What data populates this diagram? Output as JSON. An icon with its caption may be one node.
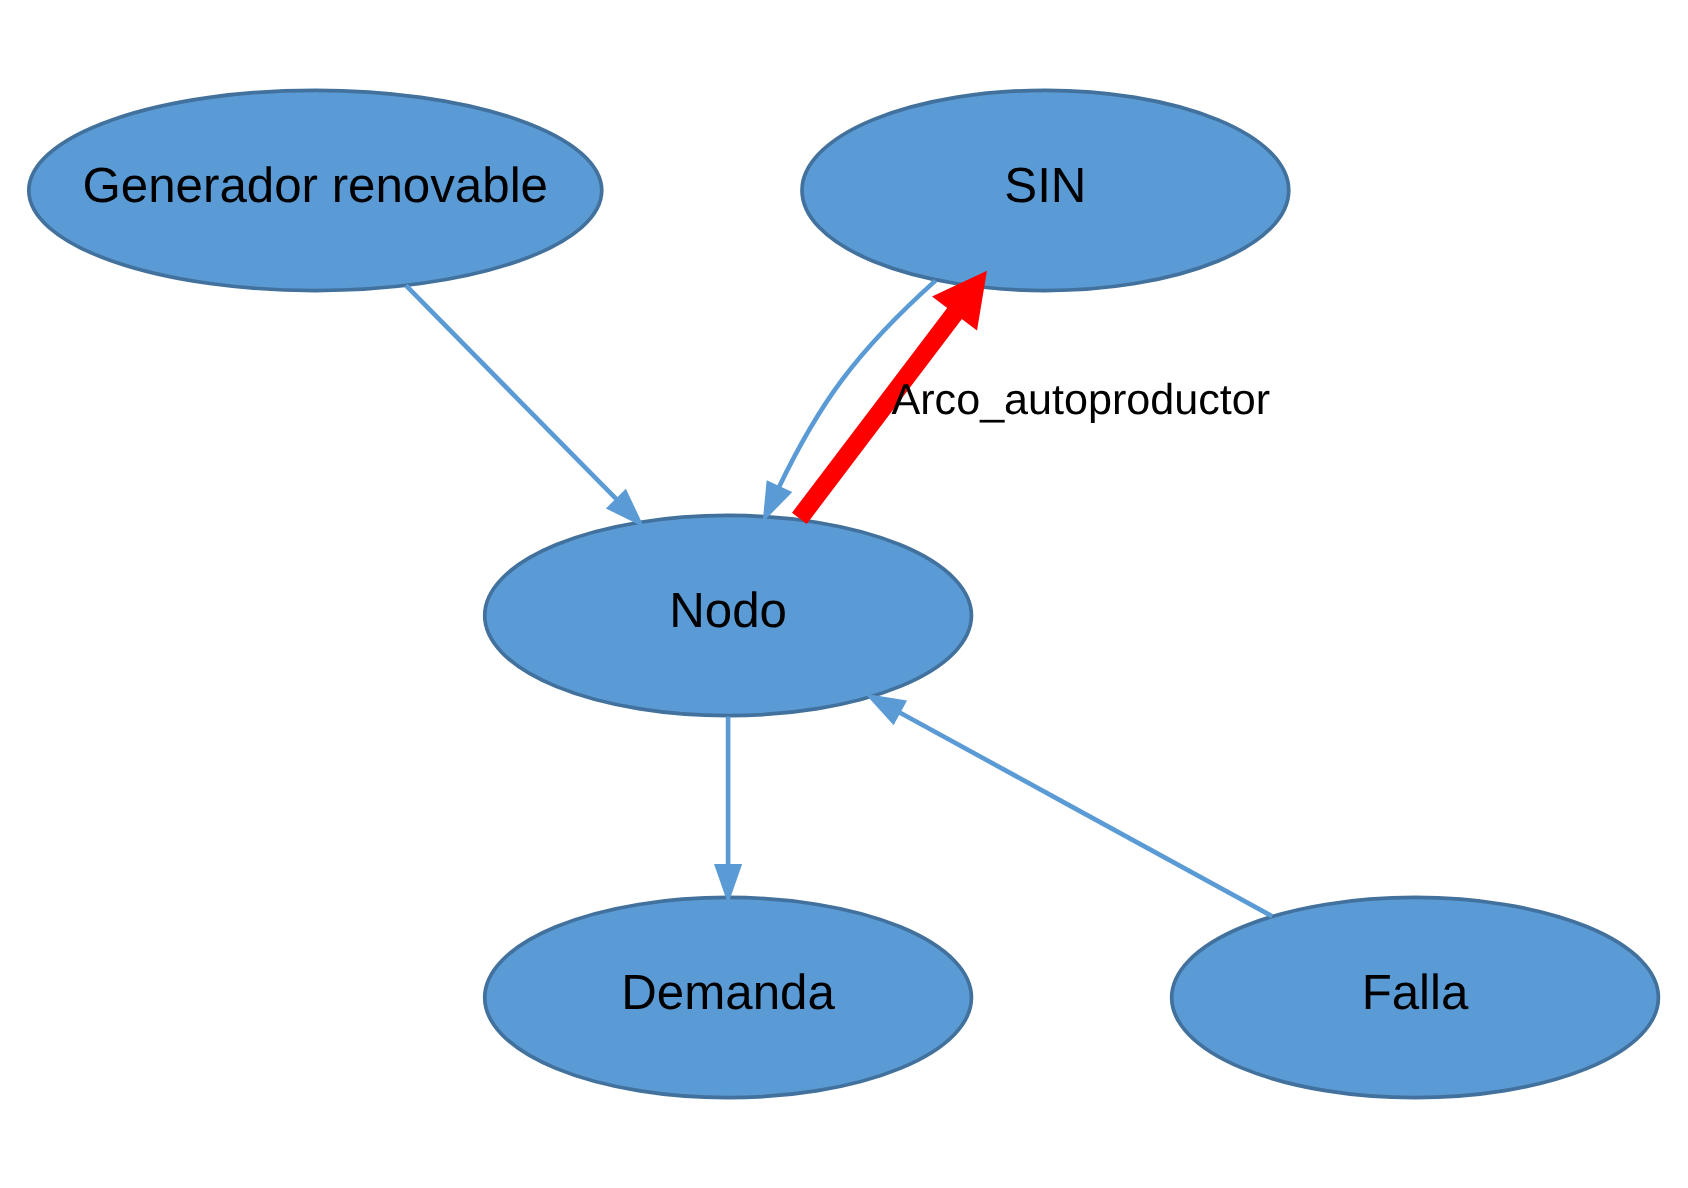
{
  "diagram": {
    "nodes": [
      {
        "text": [
          "Generador renovable"
        ]
      },
      {
        "text": [
          "SIN"
        ]
      },
      {
        "text": [
          "Nodo"
        ]
      },
      {
        "text": [
          "Demanda"
        ]
      },
      {
        "text": [
          "Falla"
        ]
      }
    ],
    "edges": [
      {
        "from": 0,
        "to": 2,
        "arrow": "to"
      },
      {
        "from": 1,
        "to": 2,
        "arrow": "to"
      },
      {
        "from": 2,
        "to": 1,
        "arrow": "to",
        "label": "Arco_autoproductor",
        "style": "thick",
        "color": "#ff0000"
      },
      {
        "from": 2,
        "to": 3,
        "arrow": "to"
      },
      {
        "from": 4,
        "to": 2,
        "arrow": "to"
      }
    ]
  }
}
